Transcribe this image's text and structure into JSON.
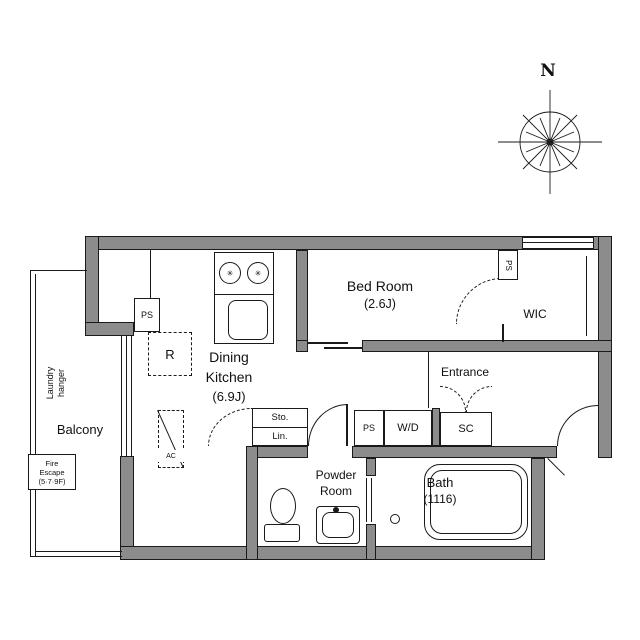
{
  "compass": {
    "north_label": "N"
  },
  "rooms": {
    "bedroom": {
      "name": "Bed Room",
      "size": "(2.6J)"
    },
    "wic": {
      "name": "WIC"
    },
    "dining_kitchen": {
      "line1": "Dining",
      "line2": "Kitchen",
      "size": "(6.9J)"
    },
    "entrance": {
      "name": "Entrance"
    },
    "shoe_closet": {
      "abbr": "SC"
    },
    "washer_dryer": {
      "abbr": "W/D"
    },
    "storage": {
      "abbr": "Sto."
    },
    "linen": {
      "abbr": "Lin."
    },
    "powder_room": {
      "line1": "Powder",
      "line2": "Room"
    },
    "bath": {
      "name": "Bath",
      "size": "(1116)"
    },
    "balcony": {
      "name": "Balcony"
    }
  },
  "equipment": {
    "refrigerator_abbr": "R",
    "air_conditioner_abbr": "AC",
    "pipe_space_labels": [
      "PS",
      "PS",
      "PS"
    ]
  },
  "balcony_notes": {
    "laundry_hanger_line1": "Laundry",
    "laundry_hanger_line2": "hanger",
    "fire_escape_line1": "Fire",
    "fire_escape_line2": "Escape",
    "fire_escape_line3": "(5·7·9F)"
  },
  "icons": {
    "stove_burner_glyph": "✳"
  },
  "colors": {
    "wall_fill": "#8c8c8c",
    "line": "#1a1a1a",
    "background": "#ffffff"
  }
}
